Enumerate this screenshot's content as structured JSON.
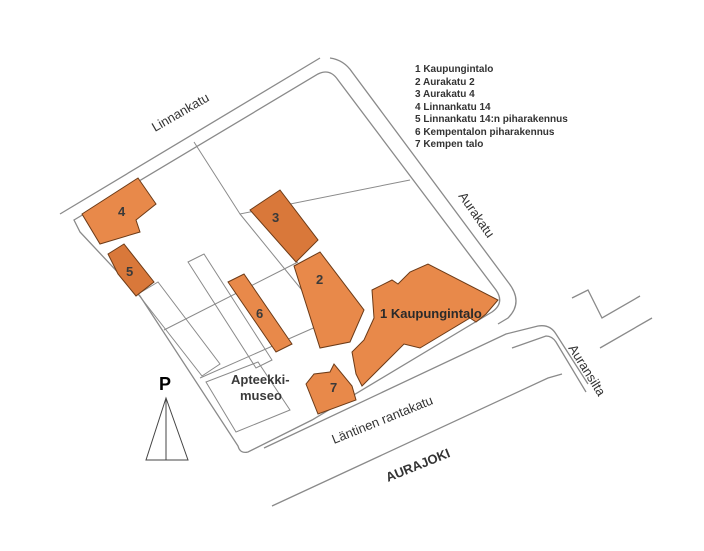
{
  "legend": [
    "1 Kaupungintalo",
    "2 Aurakatu 2",
    "3 Aurakatu 4",
    "4 Linnankatu 14",
    "5 Linnankatu 14:n piharakennus",
    "6 Kempentalon piharakennus",
    "7 Kempen talo"
  ],
  "streets": {
    "linnankatu": "Linnankatu",
    "aurakatu": "Aurakatu",
    "lantinen_rantakatu": "Läntinen rantakatu",
    "aurajoki": "AURAJOKI",
    "auransilta": "Auransilta"
  },
  "buildings": [
    {
      "number": "1",
      "label": "1 Kaupungintalo"
    },
    {
      "number": "2"
    },
    {
      "number": "3"
    },
    {
      "number": "4"
    },
    {
      "number": "5"
    },
    {
      "number": "6"
    },
    {
      "number": "7"
    }
  ],
  "museum": {
    "line1": "Apteekki-",
    "line2": "museo"
  },
  "north": "P",
  "colors": {
    "building": "#e8894a",
    "building_dark": "#d9783a",
    "lines": "#8a8a8a"
  }
}
